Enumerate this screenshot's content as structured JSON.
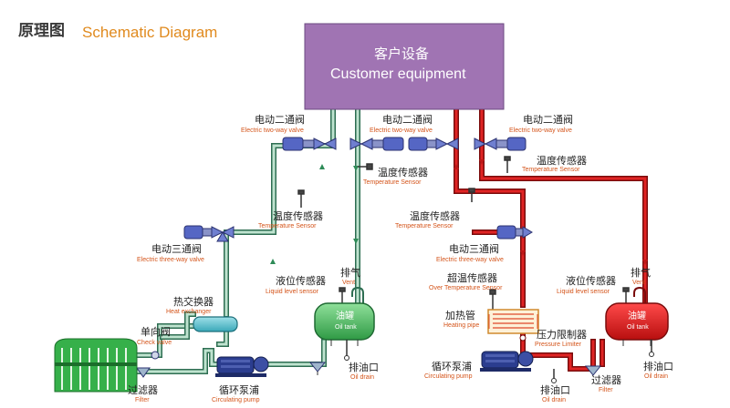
{
  "header": {
    "title_cn": "原理图",
    "title_en": "Schematic Diagram"
  },
  "customer": {
    "cn": "客户设备",
    "en": "Customer equipment"
  },
  "labels": {
    "valve2_left_cn": "电动二通阀",
    "valve2_left_en": "Electric two-way valve",
    "valve2_mid_cn": "电动二通阀",
    "valve2_mid_en": "Electric two-way valve",
    "valve2_right_cn": "电动二通阀",
    "valve2_right_en": "Electric two-way valve",
    "temp_a_cn": "温度传感器",
    "temp_a_en": "Temperature Sensor",
    "temp_b_cn": "温度传感器",
    "temp_b_en": "Temperature Sensor",
    "temp_c_cn": "温度传感器",
    "temp_c_en": "Temperature Sensor",
    "temp_d_cn": "温度传感器",
    "temp_d_en": "Temperature Sensor",
    "valve3_left_cn": "电动三通阀",
    "valve3_left_en": "Electric three-way valve",
    "valve3_right_cn": "电动三通阀",
    "valve3_right_en": "Electric three-way valve",
    "level_left_cn": "液位传感器",
    "level_left_en": "Liquid level sensor",
    "level_right_cn": "液位传感器",
    "level_right_en": "Liquid level sensor",
    "vent_left_cn": "排气",
    "vent_left_en": "Vent",
    "vent_right_cn": "排气",
    "vent_right_en": "Vent",
    "hx_cn": "热交换器",
    "hx_en": "Heat exchanger",
    "check_cn": "单向阀",
    "check_en": "Check valve",
    "filter_left_cn": "过滤器",
    "filter_left_en": "Filter",
    "filter_right_cn": "过滤器",
    "filter_right_en": "Filter",
    "pump_left_cn": "循环泵浦",
    "pump_left_en": "Circulating pump",
    "pump_right_cn": "循环泵浦",
    "pump_right_en": "Circulating pump",
    "tank_left_cn": "油罐",
    "tank_left_en": "Oil tank",
    "tank_right_cn": "油罐",
    "tank_right_en": "Oil tank",
    "drain_left_cn": "排油口",
    "drain_left_en": "Oil drain",
    "drain_mid_cn": "排油口",
    "drain_mid_en": "Oil drain",
    "drain_right_cn": "排油口",
    "drain_right_en": "Oil drain",
    "overtemp_cn": "超温传感器",
    "overtemp_en": "Over Temperature Sensor",
    "heater_cn": "加热管",
    "heater_en": "Heating pipe",
    "limiter_cn": "压力限制器",
    "limiter_en": "Pressure Limiter"
  },
  "colors": {
    "cold_pipe": "#bfe3cf",
    "cold_edge": "#2e6e52",
    "hot_pipe": "#e02424",
    "hot_edge": "#7a0c0c",
    "customer_box": "#a074b3",
    "valve_body": "#5566c4",
    "pump_body": "#2b3d8f",
    "tower": "#36b04a"
  }
}
